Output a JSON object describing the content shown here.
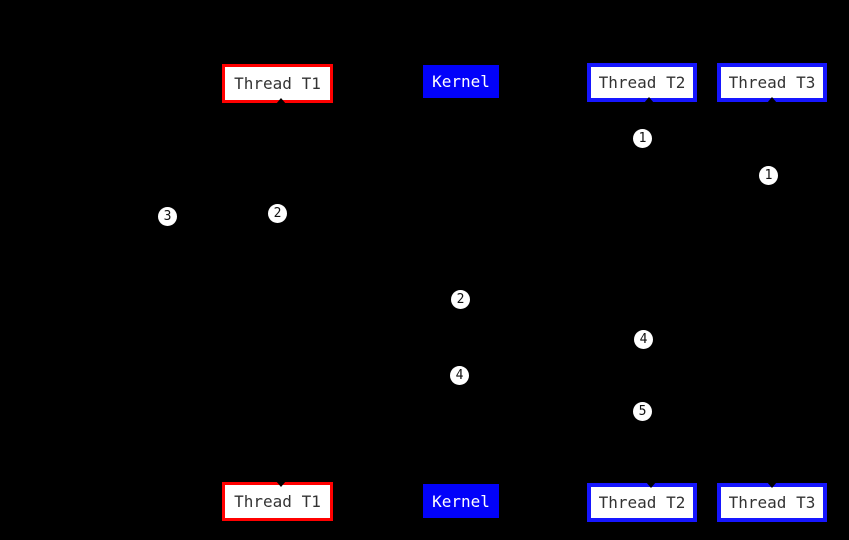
{
  "colors": {
    "background": "#000000",
    "t1_border": "#ff0000",
    "t2_t3_border": "#1616ff",
    "kernel_fill": "#0202fa",
    "node_fill": "#ffffff",
    "node_text": "#333333",
    "kernel_text": "#ffffff",
    "marker_fill": "#ffffff",
    "marker_text": "#111111"
  },
  "nodes": {
    "top": {
      "thread_t1": "Thread T1",
      "kernel": "Kernel",
      "thread_t2": "Thread T2",
      "thread_t3": "Thread T3"
    },
    "bottom": {
      "thread_t1": "Thread T1",
      "kernel": "Kernel",
      "thread_t2": "Thread T2",
      "thread_t3": "Thread T3"
    }
  },
  "markers": [
    {
      "label": "1"
    },
    {
      "label": "1"
    },
    {
      "label": "2"
    },
    {
      "label": "3"
    },
    {
      "label": "2"
    },
    {
      "label": "4"
    },
    {
      "label": "4"
    },
    {
      "label": "5"
    }
  ]
}
